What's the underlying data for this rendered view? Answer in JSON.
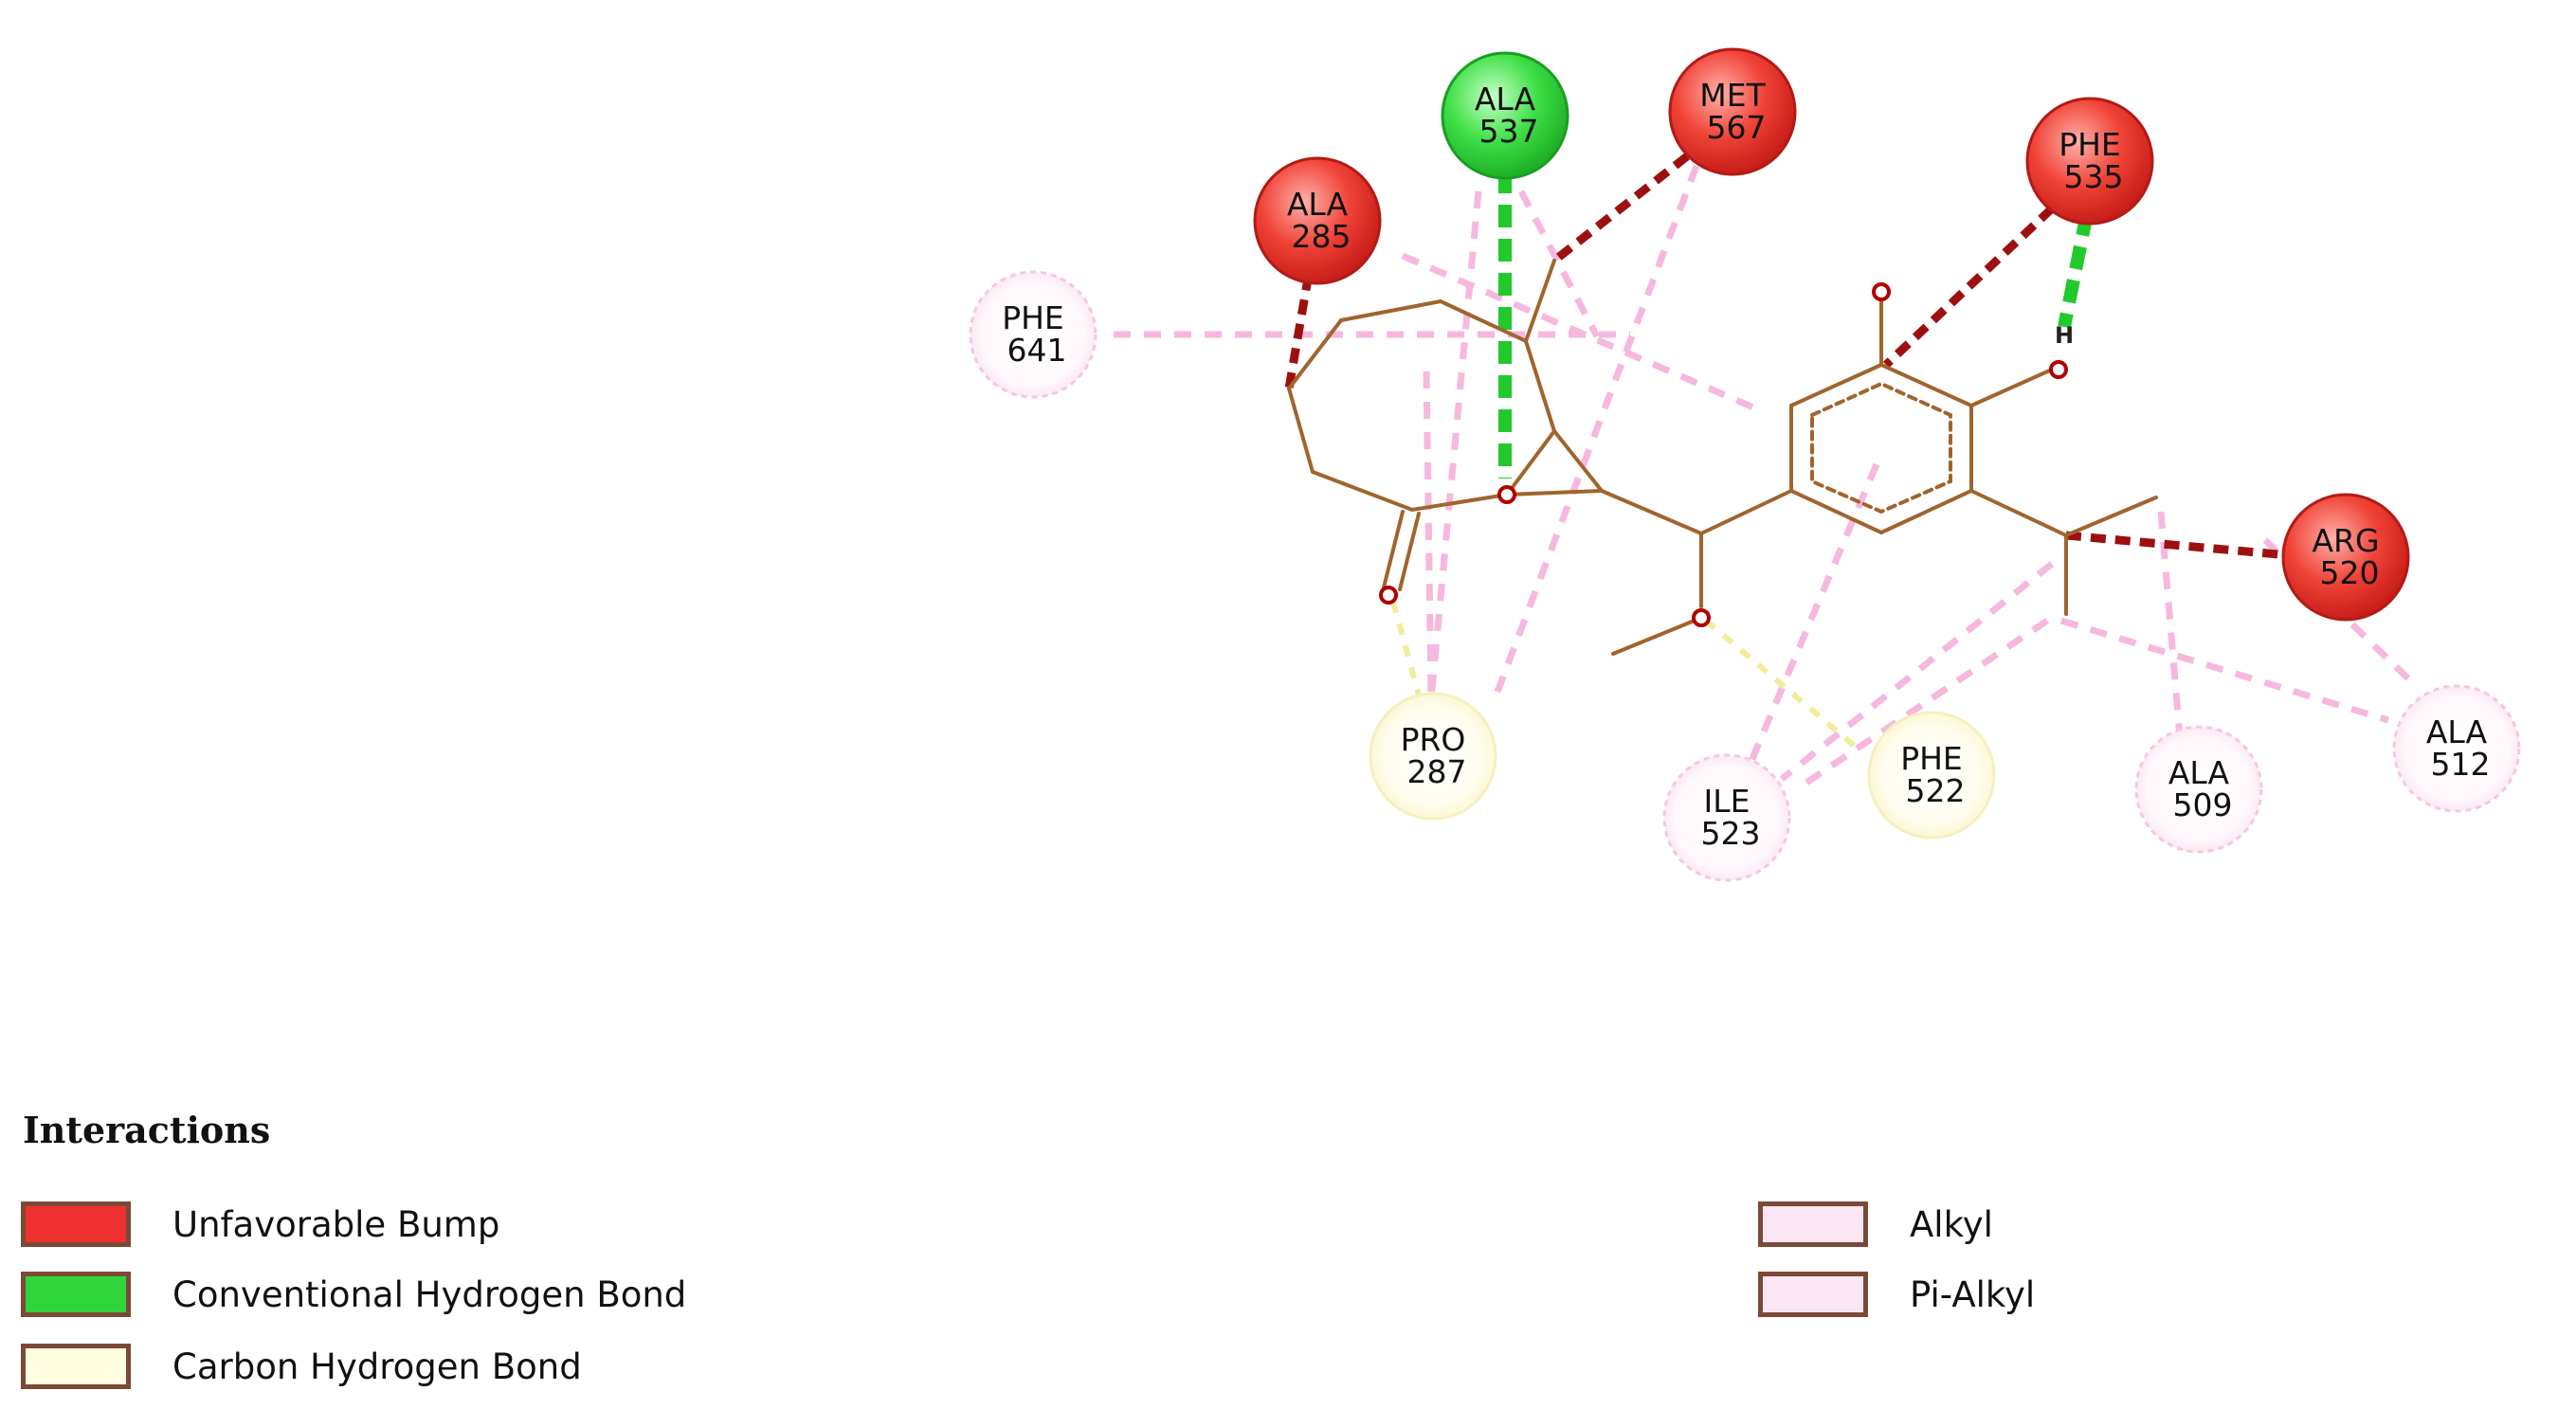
{
  "colors": {
    "unfavorable": "#ee3030",
    "conventional_hbond": "#2fd43a",
    "carbon_hbond": "#fefde0",
    "alkyl": "#fde6f3",
    "pi_alkyl": "#fde6f3",
    "bond": "#a0642d",
    "atom_o": "#b00000"
  },
  "residues": [
    {
      "id": "ala537",
      "name": "ALA",
      "num": "537",
      "type": "conventional_hbond"
    },
    {
      "id": "met567",
      "name": "MET",
      "num": "567",
      "type": "unfavorable"
    },
    {
      "id": "phe535",
      "name": "PHE",
      "num": "535",
      "type": "unfavorable"
    },
    {
      "id": "ala285",
      "name": "ALA",
      "num": "285",
      "type": "unfavorable"
    },
    {
      "id": "phe641",
      "name": "PHE",
      "num": "641",
      "type": "alkyl"
    },
    {
      "id": "arg520",
      "name": "ARG",
      "num": "520",
      "type": "unfavorable"
    },
    {
      "id": "pro287",
      "name": "PRO",
      "num": "287",
      "type": "carbon_hbond"
    },
    {
      "id": "phe522",
      "name": "PHE",
      "num": "522",
      "type": "carbon_hbond"
    },
    {
      "id": "ile523",
      "name": "ILE",
      "num": "523",
      "type": "alkyl"
    },
    {
      "id": "ala509",
      "name": "ALA",
      "num": "509",
      "type": "alkyl"
    },
    {
      "id": "ala512",
      "name": "ALA",
      "num": "512",
      "type": "alkyl"
    }
  ],
  "atom_label_h": "H",
  "legend": {
    "title": "Interactions",
    "items": [
      {
        "id": "unfavorable",
        "label": "Unfavorable Bump"
      },
      {
        "id": "conventional_hbond",
        "label": "Conventional Hydrogen Bond"
      },
      {
        "id": "carbon_hbond",
        "label": "Carbon Hydrogen Bond"
      },
      {
        "id": "alkyl",
        "label": "Alkyl"
      },
      {
        "id": "pi_alkyl",
        "label": "Pi-Alkyl"
      }
    ]
  }
}
